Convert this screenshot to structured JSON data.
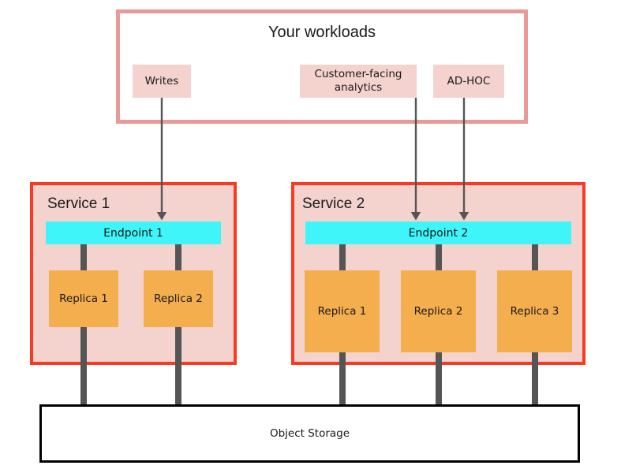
{
  "diagram": {
    "title": "Your workloads",
    "workloads": [
      {
        "id": "writes",
        "label": "Writes"
      },
      {
        "id": "analytics",
        "label": "Customer-facing analytics"
      },
      {
        "id": "adhoc",
        "label": "AD-HOC"
      }
    ],
    "services": [
      {
        "id": "service-1",
        "label": "Service 1",
        "endpoint": "Endpoint 1",
        "replicas": [
          "Replica 1",
          "Replica 2"
        ]
      },
      {
        "id": "service-2",
        "label": "Service 2",
        "endpoint": "Endpoint 2",
        "replicas": [
          "Replica 1",
          "Replica 2",
          "Replica 3"
        ]
      }
    ],
    "storage": {
      "label": "Object Storage"
    },
    "connections": [
      {
        "from": "writes",
        "to": "Endpoint 1"
      },
      {
        "from": "analytics",
        "to": "Endpoint 2"
      },
      {
        "from": "adhoc",
        "to": "Endpoint 2"
      }
    ],
    "colors": {
      "workloads_border": "#E89A98",
      "workloads_fill": "#FFFFFF",
      "chip_fill": "#F4D2CE",
      "service_border": "#F93A20",
      "service_fill": "#F4D2CE",
      "endpoint_fill": "#40F5FA",
      "replica_fill": "#F5AE4E",
      "pipe": "#555555",
      "storage_border": "#000000",
      "storage_fill": "#FFFFFF",
      "arrow": "#555555",
      "text": "#1A1A1A"
    }
  }
}
